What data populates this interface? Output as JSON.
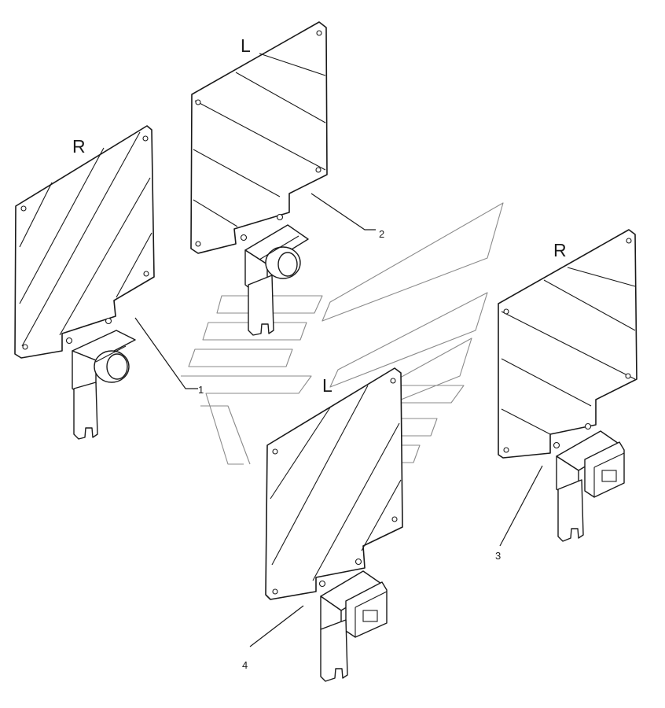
{
  "diagram": {
    "side_labels": {
      "part1": "R",
      "part2": "L",
      "part3": "R",
      "part4": "L"
    },
    "callouts": [
      "1",
      "2",
      "3",
      "4"
    ],
    "colors": {
      "line": "#1a1a1a",
      "watermark": "#8a8a8a",
      "background": "#ffffff"
    }
  }
}
